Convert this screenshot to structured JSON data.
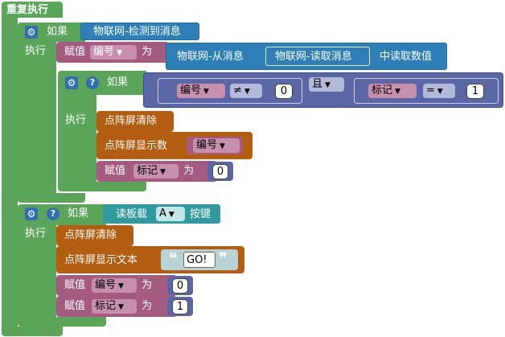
{
  "repeat": {
    "label": "重复执行"
  },
  "if1": {
    "if_label": "如果",
    "do_label": "执行",
    "condition": "物联网-检测到消息",
    "assign": {
      "set_label": "赋值",
      "var": "编号",
      "to_label": "为",
      "expr_start": "物联网-从消息",
      "expr_inner": "物联网-读取消息",
      "expr_end": "中读取数值"
    },
    "nested_if": {
      "if_label": "如果",
      "do_label": "执行",
      "left_var": "编号",
      "left_op": "≠",
      "left_value": "0",
      "logic": "且",
      "right_var": "标记",
      "right_op": "=",
      "right_value": "1",
      "clear": "点阵屏清除",
      "show_num": "点阵屏显示数",
      "show_var": "编号",
      "set_label": "赋值",
      "set_var": "标记",
      "to_label": "为",
      "set_value": "0"
    }
  },
  "if2": {
    "if_label": "如果",
    "do_label": "执行",
    "read_board": "读板载",
    "button": "A",
    "key_label": "按键",
    "clear": "点阵屏清除",
    "show_text": "点阵屏显示文本",
    "text_value": "GO!",
    "set1_label": "赋值",
    "set1_var": "编号",
    "to1_label": "为",
    "set1_value": "0",
    "set2_label": "赋值",
    "set2_var": "标记",
    "to2_label": "为",
    "set2_value": "1"
  }
}
